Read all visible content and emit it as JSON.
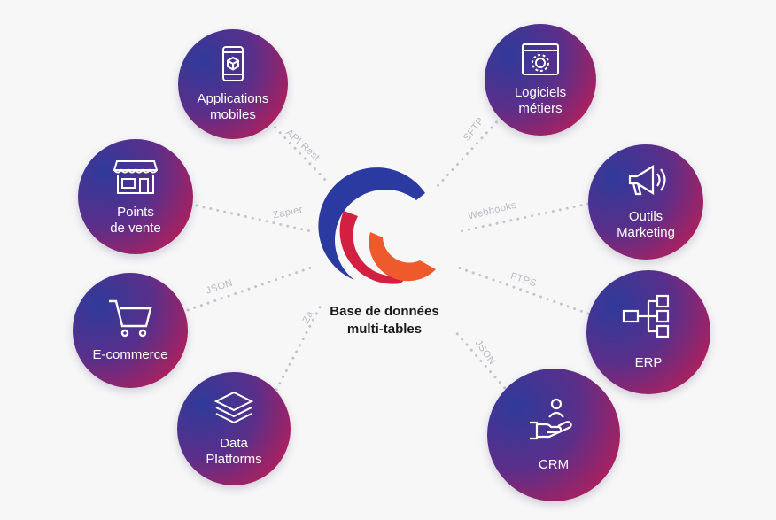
{
  "center": {
    "label": "Base de données\nmulti-tables"
  },
  "nodes": [
    {
      "id": "applications-mobiles",
      "label": "Applications\nmobiles",
      "icon": "mobile-app-icon"
    },
    {
      "id": "points-de-vente",
      "label": "Points\nde vente",
      "icon": "store-icon"
    },
    {
      "id": "e-commerce",
      "label": "E-commerce",
      "icon": "shopping-cart-icon"
    },
    {
      "id": "data-platforms",
      "label": "Data\nPlatforms",
      "icon": "layers-icon"
    },
    {
      "id": "logiciels-metiers",
      "label": "Logiciels\nmétiers",
      "icon": "settings-window-icon"
    },
    {
      "id": "outils-marketing",
      "label": "Outils\nMarketing",
      "icon": "megaphone-icon"
    },
    {
      "id": "erp",
      "label": "ERP",
      "icon": "hierarchy-icon"
    },
    {
      "id": "crm",
      "label": "CRM",
      "icon": "hand-user-icon"
    }
  ],
  "connections": [
    {
      "from": "applications-mobiles",
      "label": "API Rest"
    },
    {
      "from": "points-de-vente",
      "label": "Zapier"
    },
    {
      "from": "e-commerce",
      "label": "JSON"
    },
    {
      "from": "data-platforms",
      "label": "Za"
    },
    {
      "from": "logiciels-metiers",
      "label": "SFTP"
    },
    {
      "from": "outils-marketing",
      "label": "Webhooks"
    },
    {
      "from": "erp",
      "label": "FTPS"
    },
    {
      "from": "crm",
      "label": "JSON"
    }
  ],
  "colors": {
    "gradient_start": "#2f3a9a",
    "gradient_end": "#c8214a",
    "logo_blue": "#2b3aa0",
    "logo_red": "#d42040",
    "logo_orange": "#ef5a2c",
    "connector": "#c7c7cf"
  }
}
